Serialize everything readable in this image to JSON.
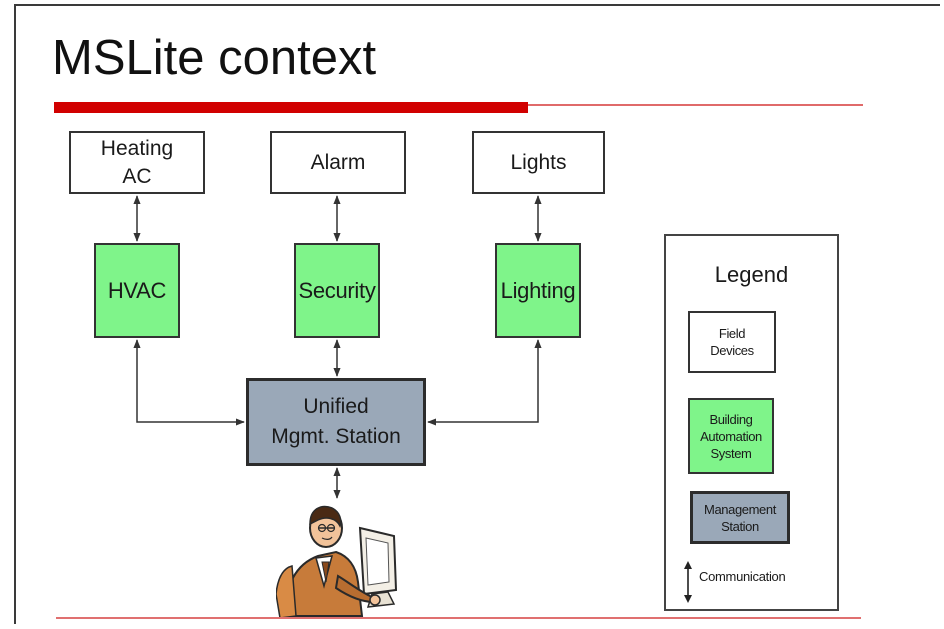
{
  "slide": {
    "title": "MSLite context"
  },
  "diagram": {
    "field_devices": {
      "heating": "Heating\nAC",
      "alarm": "Alarm",
      "lights": "Lights"
    },
    "systems": {
      "hvac": "HVAC",
      "security": "Security",
      "lighting": "Lighting"
    },
    "station": "Unified\nMgmt. Station"
  },
  "legend": {
    "title": "Legend",
    "field": "Field\nDevices",
    "bas": "Building\nAutomation\nSystem",
    "mgmt": "Management\nStation",
    "communication": "Communication"
  },
  "colors": {
    "accent_red": "#d10000",
    "bas_green": "#7ff48a",
    "station_gray": "#9aa8b8"
  }
}
